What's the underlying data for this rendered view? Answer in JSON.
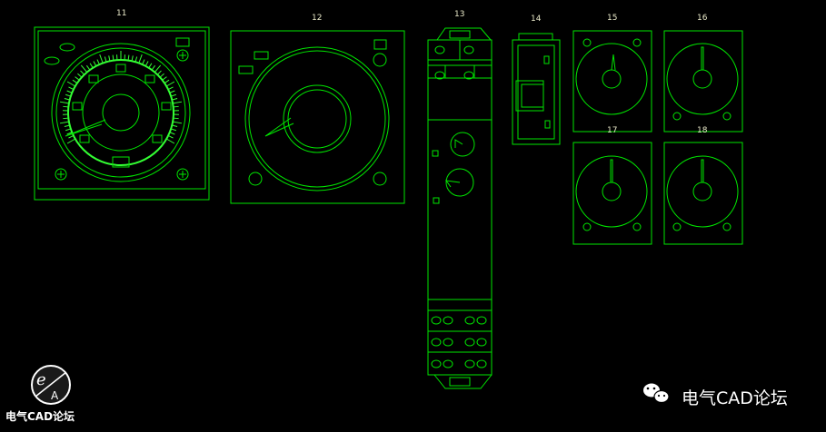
{
  "labels": {
    "d11": "11",
    "d12": "12",
    "d13": "13",
    "d14": "14",
    "d15": "15",
    "d16": "16",
    "d17": "17",
    "d18": "18"
  },
  "watermark": {
    "text": "电气CAD论坛"
  },
  "logo": {
    "text": "电气CAD论坛",
    "letters": "eA"
  },
  "colors": {
    "stroke": "#00ff00",
    "bright": "#33ff33",
    "background": "#000000",
    "label": "#e8e8c8"
  }
}
